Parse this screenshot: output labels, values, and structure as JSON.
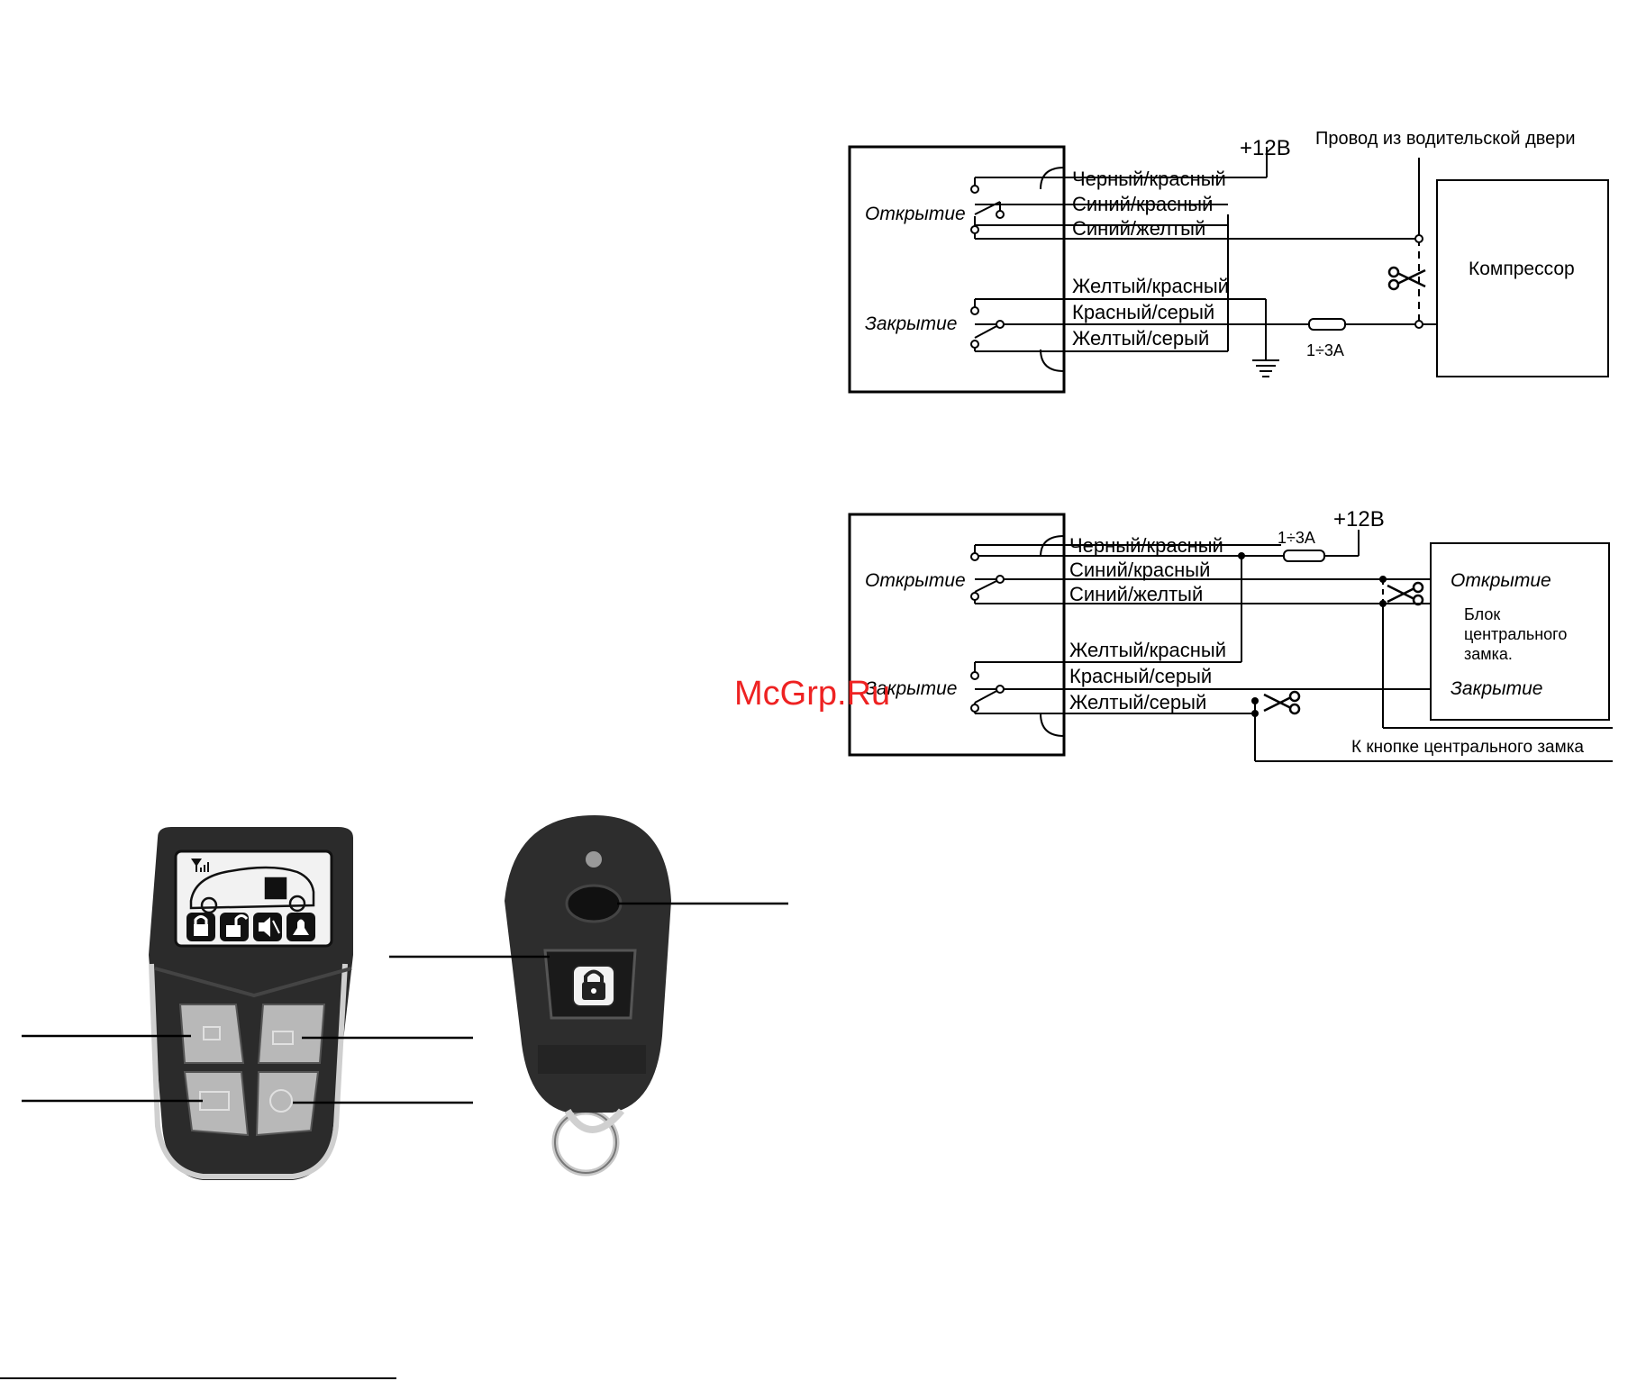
{
  "diagram1": {
    "open_label": "Открытие",
    "close_label": "Закрытие",
    "wires": [
      "Черный/красный",
      "Синий/красный",
      "Синий/желтый",
      "Желтый/красный",
      "Красный/серый",
      "Желтый/серый"
    ],
    "plus12": "+12В",
    "driver_door_wire": "Провод из водительской двери",
    "compressor": "Компрессор",
    "fuse": "1÷3А"
  },
  "diagram2": {
    "open_label": "Открытие",
    "close_label": "Закрытие",
    "wires": [
      "Черный/красный",
      "Синий/красный",
      "Синий/желтый",
      "Желтый/красный",
      "Красный/серый",
      "Желтый/серый"
    ],
    "plus12": "+12В",
    "fuse": "1÷3А",
    "block_open": "Открытие",
    "block_line1": "Блок",
    "block_line2": "центрального",
    "block_line3": "замка.",
    "block_close": "Закрытие",
    "button_wire": "К кнопке центрального замка"
  },
  "watermark": "McGrp.Ru",
  "colors": {
    "line": "#000000",
    "watermark": "#ee2222",
    "remote_body": "#2a2a2a",
    "button": "#b8b8b8"
  }
}
